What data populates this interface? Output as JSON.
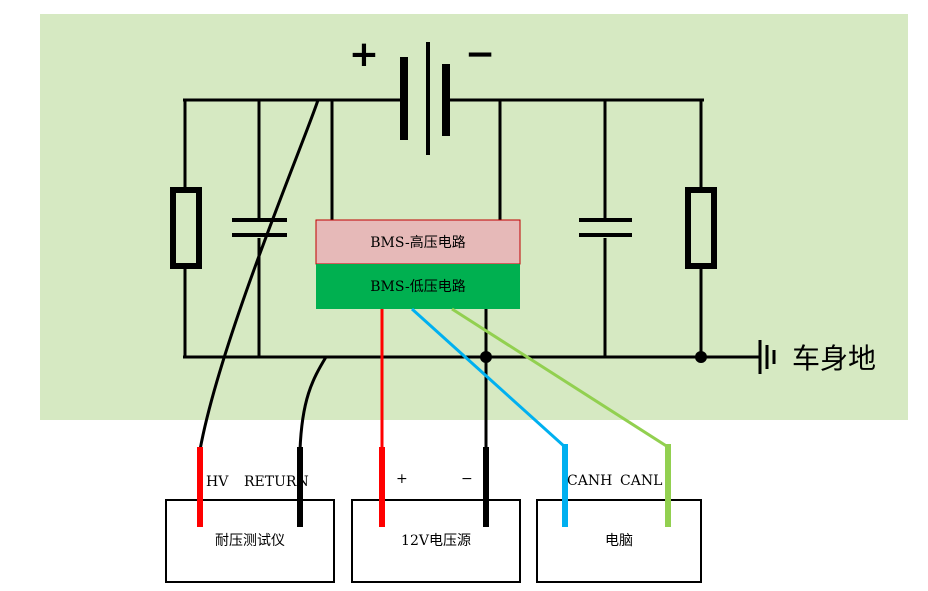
{
  "diagram": {
    "battery": {
      "plus": "+",
      "minus": "−"
    },
    "bms": {
      "high": "BMS-高压电路",
      "low": "BMS-低压电路"
    },
    "ground_label": "车身地",
    "colors": {
      "background": "#d6e9c2",
      "bms_high": "#e6b9b8",
      "bms_low": "#00b050",
      "red_wire": "#ff0000",
      "blue_wire": "#00b0f0",
      "green_wire": "#92d050",
      "wire": "#000000"
    },
    "devices": {
      "tester": {
        "name": "耐压测试仪",
        "pin_left": "HV",
        "pin_right": "RETURN"
      },
      "supply": {
        "name": "12V电压源",
        "pin_left": "+",
        "pin_right": "−"
      },
      "computer": {
        "name": "电脑",
        "pin_left": "CANH",
        "pin_right": "CANL"
      }
    }
  }
}
